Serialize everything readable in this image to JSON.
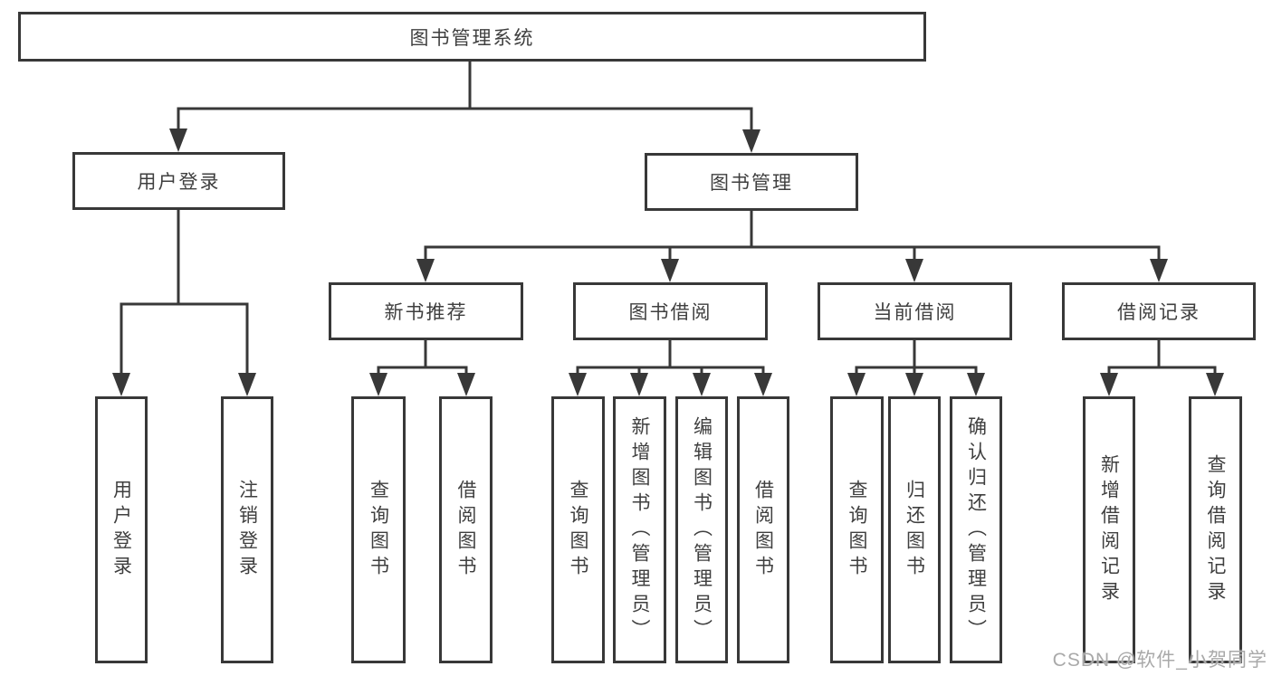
{
  "diagram": {
    "root": {
      "label": "图书管理系统"
    },
    "level2": {
      "user_login": {
        "label": "用户登录"
      },
      "book_management": {
        "label": "图书管理"
      }
    },
    "level3": {
      "new_book_recommend": {
        "label": "新书推荐"
      },
      "book_borrowing": {
        "label": "图书借阅"
      },
      "current_borrowing": {
        "label": "当前借阅"
      },
      "borrowing_records": {
        "label": "借阅记录"
      }
    },
    "leaves": {
      "user_login": {
        "label": "用户登录"
      },
      "logout": {
        "label": "注销登录"
      },
      "recommend_query_books": {
        "label": "查询图书"
      },
      "recommend_borrow_books": {
        "label": "借阅图书"
      },
      "borrowing_query_books": {
        "label": "查询图书"
      },
      "borrowing_add_books_admin": {
        "label": "新增图书（管理员）"
      },
      "borrowing_edit_books_admin": {
        "label": "编辑图书（管理员）"
      },
      "borrowing_borrow_books": {
        "label": "借阅图书"
      },
      "current_query_books": {
        "label": "查询图书"
      },
      "current_return_books": {
        "label": "归还图书"
      },
      "current_confirm_return_admin": {
        "label": "确认归还（管理员）"
      },
      "records_add_record": {
        "label": "新增借阅记录"
      },
      "records_query_record": {
        "label": "查询借阅记录"
      }
    }
  },
  "watermark": {
    "text": "CSDN @软件_小贺同学"
  },
  "colors": {
    "line": "#383838",
    "box_border": "#383838",
    "text": "#3f3f3f",
    "watermark": "#a9a9a9",
    "background": "#ffffff"
  }
}
